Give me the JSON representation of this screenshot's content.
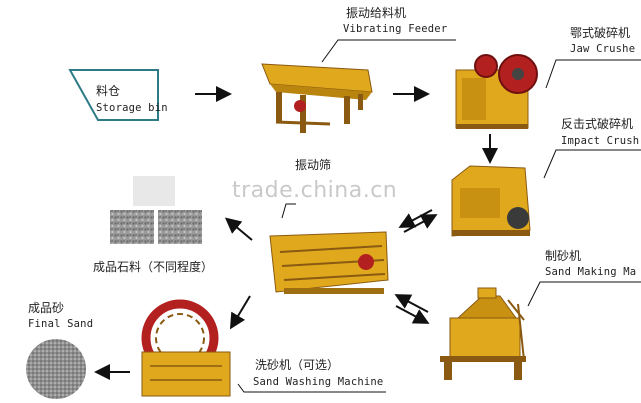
{
  "labels": {
    "storage_bin_zh": "料仓",
    "storage_bin_en": "Storage bin",
    "vibrating_feeder_zh": "振动给料机",
    "vibrating_feeder_en": "Vibrating Feeder",
    "jaw_crusher_zh": "鄂式破碎机",
    "jaw_crusher_en": "Jaw Crushe",
    "impact_crusher_zh": "反击式破碎机",
    "impact_crusher_en": "Impact Crush",
    "vibrating_screen_zh": "振动筛",
    "finished_stone_zh": "成品石料（不同程度）",
    "sand_making_zh": "制砂机",
    "sand_making_en": "Sand Making Ma",
    "final_sand_zh": "成品砂",
    "final_sand_en": "Final Sand",
    "sand_washing_zh": "洗砂机（可选）",
    "sand_washing_en": "Sand Washing Machine"
  },
  "watermark": "trade.china.cn",
  "colors": {
    "machine_yellow": "#e0a81c",
    "machine_dark": "#8a5a12",
    "machine_red": "#b32020",
    "stone_gray": "#8c8c8c",
    "bin_teal": "#2c7b86"
  }
}
